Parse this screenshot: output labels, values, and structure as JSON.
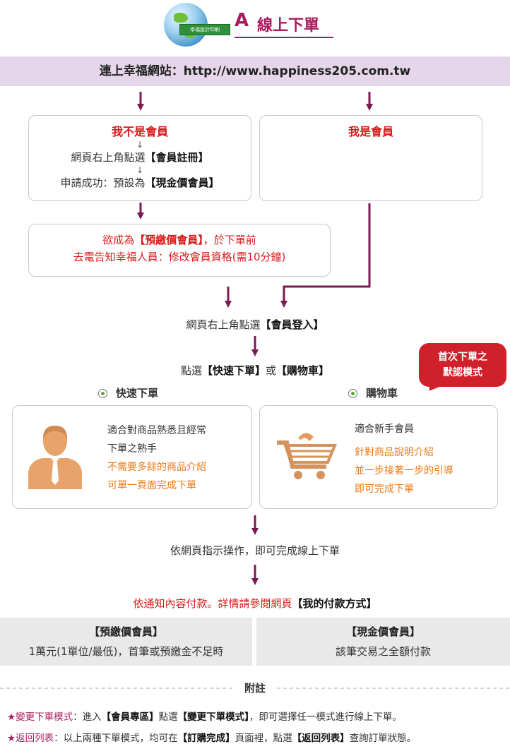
{
  "header": {
    "logo_text": "幸福設計印刷",
    "letter": "A",
    "title": "線上下單"
  },
  "url_bar": "連上幸福網站：http://www.happiness205.com.tw",
  "non_member": {
    "heading": "我不是會員",
    "arrow": "↓",
    "step1_pre": "網頁右上角點選",
    "step1_bold": "【會員註冊】",
    "step2_pre": "申請成功：預設為",
    "step2_bold": "【現金價會員】"
  },
  "member": {
    "heading": "我是會員"
  },
  "prepaid_note": {
    "line1_pre": "欲成為",
    "line1_bold": "【預繳價會員】",
    "line1_post": "，於下單前",
    "line2": "去電告知幸福人員：修改會員資格(需10分鐘)"
  },
  "login_step": {
    "pre": "網頁右上角點選",
    "bold": "【會員登入】"
  },
  "choose_step": {
    "pre": "點選",
    "bold1": "【快速下單】",
    "mid": "或",
    "bold2": "【購物車】"
  },
  "bubble": {
    "line1": "首次下單之",
    "line2": "默認模式"
  },
  "quick_order": {
    "label": "快速下單",
    "desc1": "適合對商品熟悉且經常",
    "desc2": "下單之熟手",
    "note1": "不需要多餘的商品介紹",
    "note2": "可單一頁面完成下單"
  },
  "cart": {
    "label": "購物車",
    "desc1": "適合新手會員",
    "note1": "針對商品說明介紹",
    "note2": "並一步接著一步的引導",
    "note3": "即可完成下單"
  },
  "follow_step": "依網頁指示操作，即可完成線上下單",
  "payment_step": {
    "pre": "依通知內容付款。詳情請參閱網頁",
    "bold": "【我的付款方式】"
  },
  "payment_options": [
    {
      "title": "【預繳價會員】",
      "desc": "1萬元(1單位/最低)，首筆或預繳金不足時"
    },
    {
      "title": "【現金價會員】",
      "desc": "該筆交易之全額付款"
    }
  ],
  "notes": {
    "heading": "附註",
    "items": [
      {
        "star": "★",
        "label": "變更下單模式",
        "text_pre": "：進入",
        "b1": "【會員專區】",
        "text_mid": "點選",
        "b2": "【變更下單模式】",
        "text_post": "，即可選擇任一模式進行線上下單。"
      },
      {
        "star": "★",
        "label": "返回列表",
        "text_pre": "：以上兩種下單模式，均可在",
        "b1": "【訂購完成】",
        "text_mid": "頁面裡，點選",
        "b2": "【返回列表】",
        "text_post": "查詢訂單狀態。"
      }
    ]
  },
  "colors": {
    "accent": "#a81c5d",
    "red": "#d81b1b",
    "orange": "#ea7a17",
    "url_bar_bg": "#e6d6e9"
  }
}
